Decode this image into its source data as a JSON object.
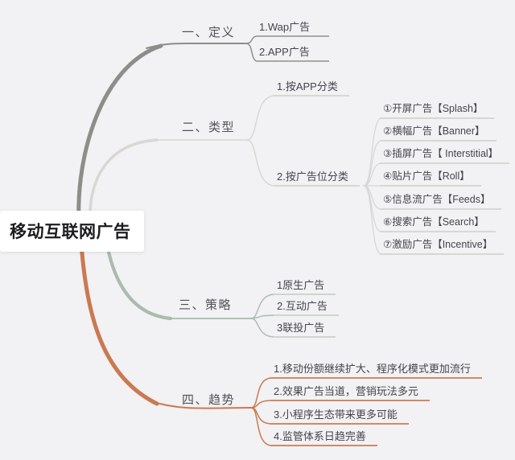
{
  "canvas": {
    "background": "#f2f1f3"
  },
  "root": {
    "label": "移动互联网广告",
    "text_color": "#1c1c1e",
    "bg": "#ffffff"
  },
  "branches": [
    {
      "label": "一、定义",
      "color": "#8d8d89",
      "underline_color": "#a8a8a4",
      "children": [
        {
          "label": "1.Wap广告"
        },
        {
          "label": "2.APP广告"
        }
      ]
    },
    {
      "label": "二、类型",
      "color": "#d8d7d4",
      "underline_color": "#d8d7d4",
      "children": [
        {
          "label": "1.按APP分类"
        },
        {
          "label": "2.按广告位分类",
          "children": [
            {
              "label": "①开屏广告【Splash】"
            },
            {
              "label": "②横幅广告【Banner】"
            },
            {
              "label": "③插屏广告【 Interstitial】"
            },
            {
              "label": "④贴片广告【Roll】"
            },
            {
              "label": "⑤信息流广告【Feeds】"
            },
            {
              "label": "⑥搜索广告【Search】"
            },
            {
              "label": "⑦激励广告【Incentive】"
            }
          ]
        }
      ]
    },
    {
      "label": "三、策略",
      "color": "#a9bcae",
      "underline_color": "#ccd6cf",
      "children": [
        {
          "label": "1原生广告"
        },
        {
          "label": "2.互动广告"
        },
        {
          "label": "3联投广告"
        }
      ]
    },
    {
      "label": "四、趋势",
      "color": "#c97a52",
      "underline_color": "#d08a68",
      "children": [
        {
          "label": "1.移动份额继续扩大、程序化模式更加流行"
        },
        {
          "label": "2.效果广告当道，营销玩法多元"
        },
        {
          "label": "3.小程序生态带来更多可能"
        },
        {
          "label": "4.监管体系日趋完善"
        }
      ]
    }
  ]
}
